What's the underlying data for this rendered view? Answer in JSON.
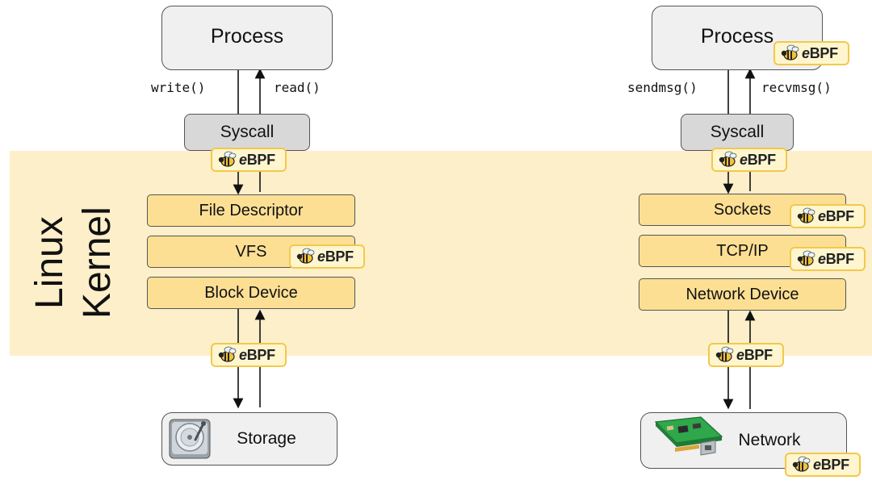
{
  "kernel": {
    "label_line1": "Linux",
    "label_line2": "Kernel"
  },
  "badge": {
    "prefix": "e",
    "suffix": "BPF",
    "icon": "bee-icon"
  },
  "storage_stack": {
    "process": "Process",
    "call_down": "write()",
    "call_up": "read()",
    "syscall": "Syscall",
    "layers": [
      "File Descriptor",
      "VFS",
      "Block Device"
    ],
    "device": "Storage",
    "device_icon": "hard-disk-icon"
  },
  "network_stack": {
    "process": "Process",
    "call_down": "sendmsg()",
    "call_up": "recvmsg()",
    "syscall": "Syscall",
    "layers": [
      "Sockets",
      "TCP/IP",
      "Network Device"
    ],
    "device": "Network",
    "device_icon": "network-card-icon"
  },
  "colors": {
    "kernel_band": "#fdefc9",
    "layer_fill": "#fddf94",
    "badge_fill": "#fff6cf",
    "badge_border": "#f3c84a"
  }
}
